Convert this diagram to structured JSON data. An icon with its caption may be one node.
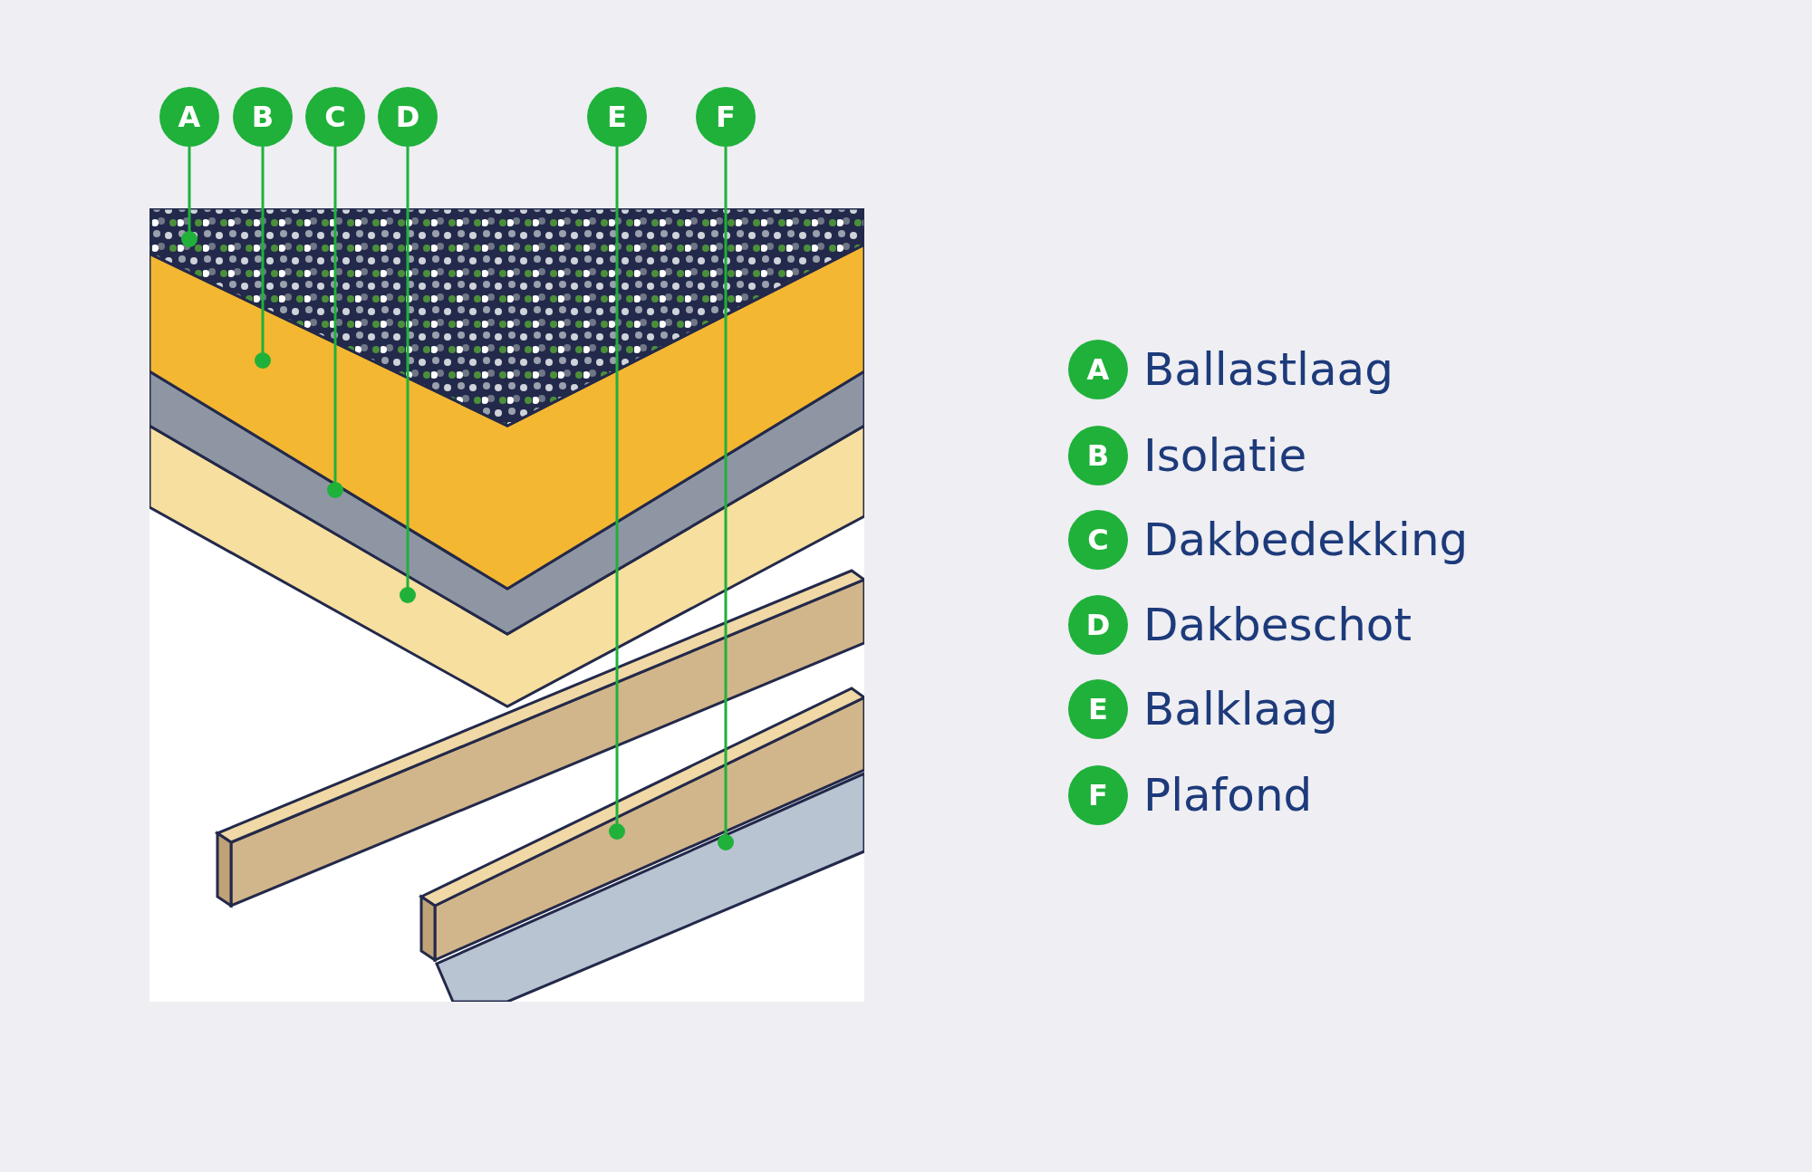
{
  "diagram": {
    "nodes": [
      {
        "text": [
          "A"
        ]
      },
      {
        "text": [
          "B"
        ]
      },
      {
        "text": [
          "C"
        ]
      },
      {
        "text": [
          "D"
        ]
      },
      {
        "text": [
          "E"
        ]
      },
      {
        "text": [
          "F"
        ]
      },
      {
        "text": [],
        "shape": "picture"
      },
      {
        "text": [],
        "shape": "picture"
      },
      {
        "text": [],
        "shape": "picture"
      },
      {
        "text": [],
        "shape": "picture"
      },
      {
        "text": [],
        "shape": "picture"
      },
      {
        "text": [],
        "shape": "picture"
      },
      {
        "text": [
          "A"
        ],
        "beside": [
          "Ballastlaag"
        ]
      },
      {
        "text": [
          "B"
        ],
        "beside": [
          "Isolatie"
        ]
      },
      {
        "text": [
          "C"
        ],
        "beside": [
          "Dakbedekking"
        ]
      },
      {
        "text": [
          "D"
        ],
        "beside": [
          "Dakbeschot"
        ]
      },
      {
        "text": [
          "E"
        ],
        "beside": [
          "Balklaag"
        ]
      },
      {
        "text": [
          "F"
        ],
        "beside": [
          "Plafond"
        ]
      }
    ],
    "edges": [
      {
        "from": 0,
        "to": 6,
        "arrow": "other"
      },
      {
        "from": 1,
        "to": 7,
        "arrow": "other"
      },
      {
        "from": 2,
        "to": 8,
        "arrow": "other"
      },
      {
        "from": 3,
        "to": 9,
        "arrow": "other"
      },
      {
        "from": 4,
        "to": 10,
        "arrow": "other"
      },
      {
        "from": 5,
        "to": 11,
        "arrow": "other"
      }
    ]
  }
}
